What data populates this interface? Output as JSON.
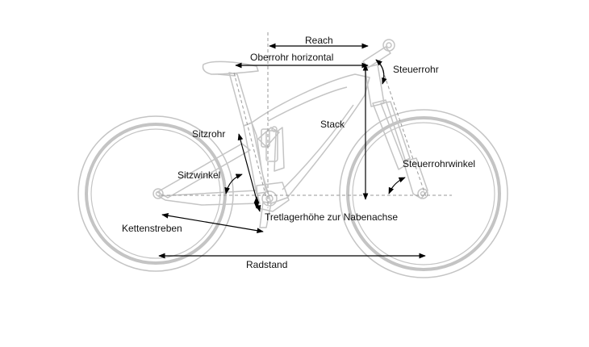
{
  "colors": {
    "frame": "#c4c4c4",
    "arrow": "#000000",
    "dashed": "#9a9a9a",
    "text": "#111111",
    "background": "#ffffff"
  },
  "labels": {
    "reach": "Reach",
    "top_tube": "Oberrohr horizontal",
    "head_tube": "Steuerrohr",
    "stack": "Stack",
    "seat_tube": "Sitzrohr",
    "head_angle": "Steuerrohrwinkel",
    "seat_angle": "Sitzwinkel",
    "bb_drop": "Tretlagerhöhe zur Nabenachse",
    "chainstays": "Kettenstreben",
    "wheelbase": "Radstand"
  }
}
